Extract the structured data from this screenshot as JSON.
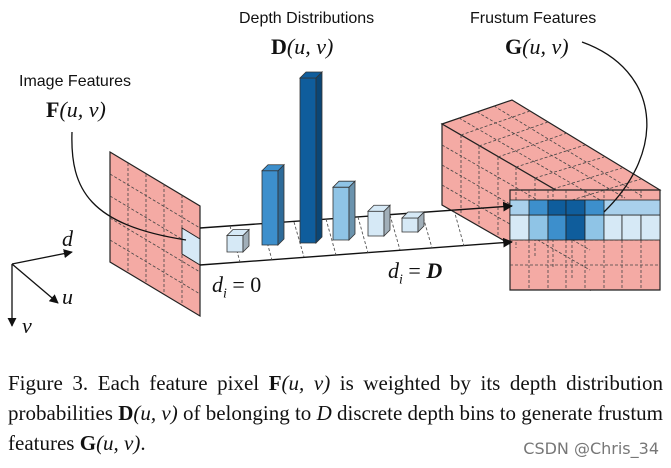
{
  "labels": {
    "image_features": "Image Features",
    "depth_distributions": "Depth Distributions",
    "frustum_features": "Frustum Features",
    "F_sym": "F",
    "D_sym": "D",
    "G_sym": "G",
    "args": "(u, v)"
  },
  "axes": {
    "d": "d",
    "u": "u",
    "v": "v"
  },
  "depth_labels": {
    "start": "d",
    "start_sub": "i",
    "start_eq": " = 0",
    "end": "d",
    "end_sub": "i",
    "end_eq": " = ",
    "end_val": "D"
  },
  "caption": {
    "p1": "Figure 3. Each feature pixel ",
    "F": "F",
    "uv1": "(u, v)",
    "p2": " is weighted by its depth distribution probabilities ",
    "D": "D",
    "uv2": "(u, v)",
    "p3": " of belonging to ",
    "Dbins": "D",
    "p4": " discrete depth bins to generate frustum features ",
    "G": "G",
    "uv3": "(u, v)",
    "p5": "."
  },
  "watermark": "CSDN @Chris_34",
  "colors": {
    "grid_pink": "#f4aaa4",
    "bar_pale": "#d6e9f6",
    "bar_light": "#8fc4e6",
    "bar_mid": "#3d8fcc",
    "bar_dark": "#0f5d9c"
  },
  "depth_bars": [
    {
      "level": 0.1,
      "color": "pale"
    },
    {
      "level": 0.45,
      "color": "mid"
    },
    {
      "level": 1.0,
      "color": "dark"
    },
    {
      "level": 0.32,
      "color": "light"
    },
    {
      "level": 0.15,
      "color": "pale"
    },
    {
      "level": 0.07,
      "color": "pale"
    }
  ]
}
